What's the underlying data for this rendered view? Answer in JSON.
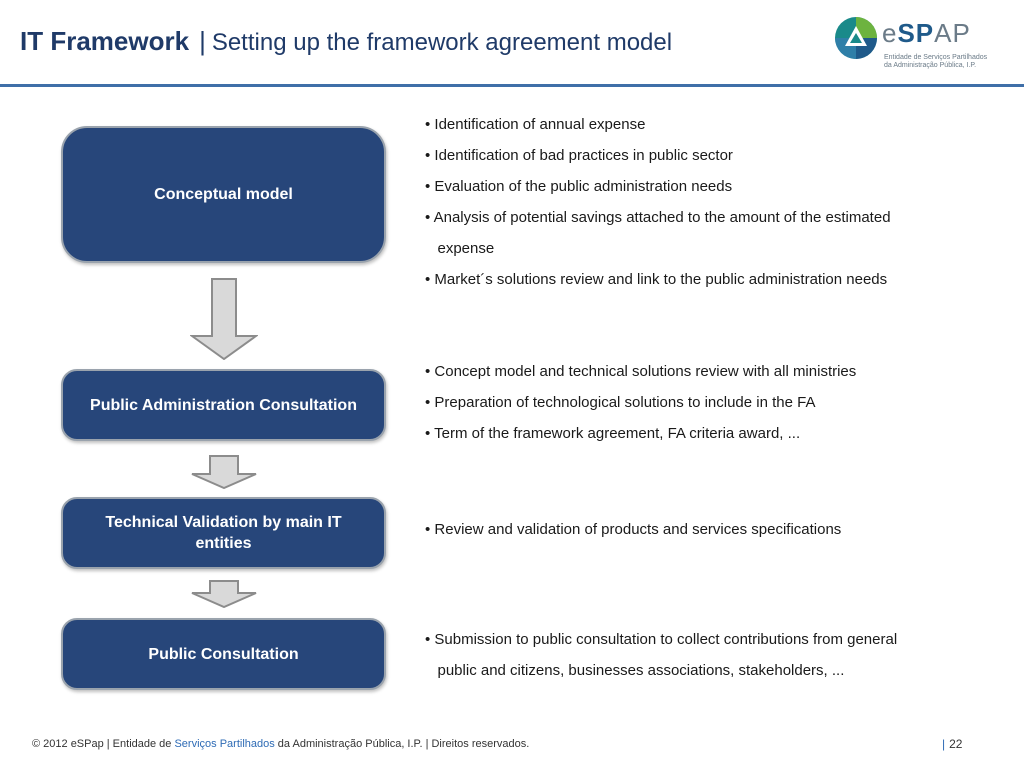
{
  "header": {
    "title_bold": "IT  Framework",
    "separator": "|",
    "subtitle": "Setting up the framework agreement model"
  },
  "logo": {
    "brand_prefix": "e",
    "brand_bold": "SP",
    "brand_suffix": "AP",
    "tagline_1": "Entidade de Serviços Partilhados",
    "tagline_2": "da Administração Pública, I.P.",
    "colors": {
      "dark_blue": "#1f5a8a",
      "green": "#6db33f",
      "teal": "#1a8a8a",
      "grey": "#6b7b88"
    }
  },
  "steps": [
    {
      "label": "Conceptual model",
      "bullets": [
        "•  Identification of annual expense",
        "•  Identification of bad practices in public sector",
        "•  Evaluation of the public administration needs",
        "• Analysis of potential savings attached to the amount of the estimated",
        "   expense",
        "•  Market´s solutions review and link to the public administration needs"
      ]
    },
    {
      "label": "Public Administration Consultation",
      "bullets": [
        "• Concept model and technical solutions review with all ministries",
        "• Preparation of technological solutions to include in the FA",
        "• Term of the framework agreement,  FA criteria award, ..."
      ]
    },
    {
      "label": "Technical Validation by  main IT entities",
      "bullets": [
        "• Review and validation of products and services specifications"
      ]
    },
    {
      "label": "Public Consultation",
      "bullets": [
        "•  Submission to public consultation to collect contributions from general",
        "   public and citizens, businesses associations, stakeholders, ..."
      ]
    }
  ],
  "footer": {
    "text_before": "© 2012 eSPap | Entidade de ",
    "highlight": "Serviços Partilhados",
    "text_after": " da Administração Pública, I.P. | Direitos reservados.",
    "page_bar": "|",
    "page_number": "22"
  },
  "colors": {
    "box_fill": "#27467a",
    "box_border": "#9aa3ad",
    "title_color": "#1f3a68",
    "header_rule": "#3f6fa8",
    "arrow_fill": "#d9d9d9",
    "arrow_stroke": "#8c8c8c"
  }
}
